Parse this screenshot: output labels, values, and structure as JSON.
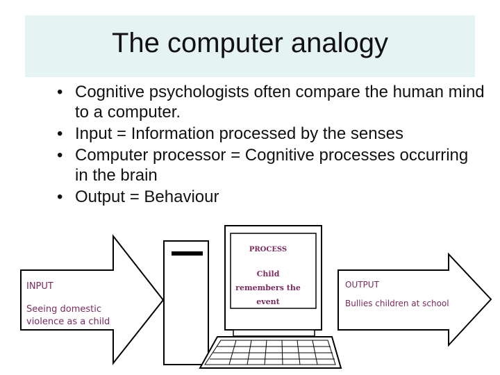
{
  "slide": {
    "title": "The computer analogy",
    "bullets": [
      "Cognitive psychologists often compare the human mind to a computer.",
      "Input = Information processed by the senses",
      "Computer processor = Cognitive processes occurring in the brain",
      "Output = Behaviour"
    ]
  },
  "diagram": {
    "input_label": "INPUT",
    "input_desc": "Seeing domestic violence as a child",
    "process_label": "PROCESS",
    "process_desc": "Child remembers the event",
    "output_label": "OUTPUT",
    "output_desc": "Bullies children at school"
  },
  "colors": {
    "title_band": "#e6f3f3",
    "diagram_text": "#7b2a5e"
  }
}
